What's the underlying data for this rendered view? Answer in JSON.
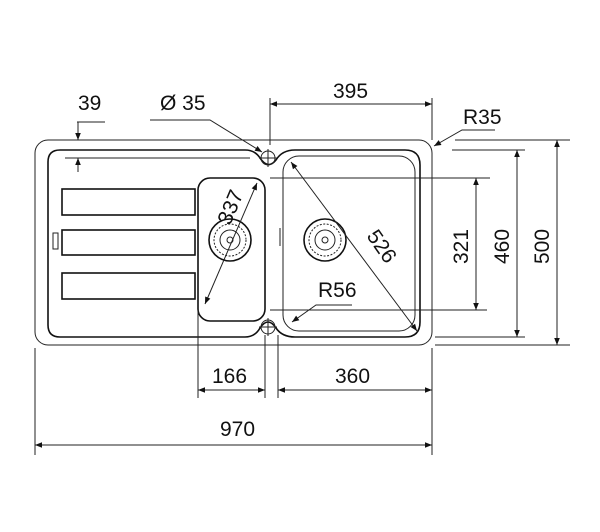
{
  "title": "Sink technical drawing",
  "dimensions": {
    "drainer_edge": "39",
    "tap_hole": "Ø 35",
    "main_bowl_offset": "395",
    "corner_radius": "R35",
    "small_bowl_diagonal": "337",
    "main_bowl_diagonal": "526",
    "bowl_radius": "R56",
    "bowl_depth_inner": "321",
    "bowl_length": "460",
    "overall_depth": "500",
    "small_bowl_width": "166",
    "main_bowl_width": "360",
    "overall_width": "970"
  },
  "colors": {
    "line": "#222222",
    "background": "#ffffff"
  }
}
